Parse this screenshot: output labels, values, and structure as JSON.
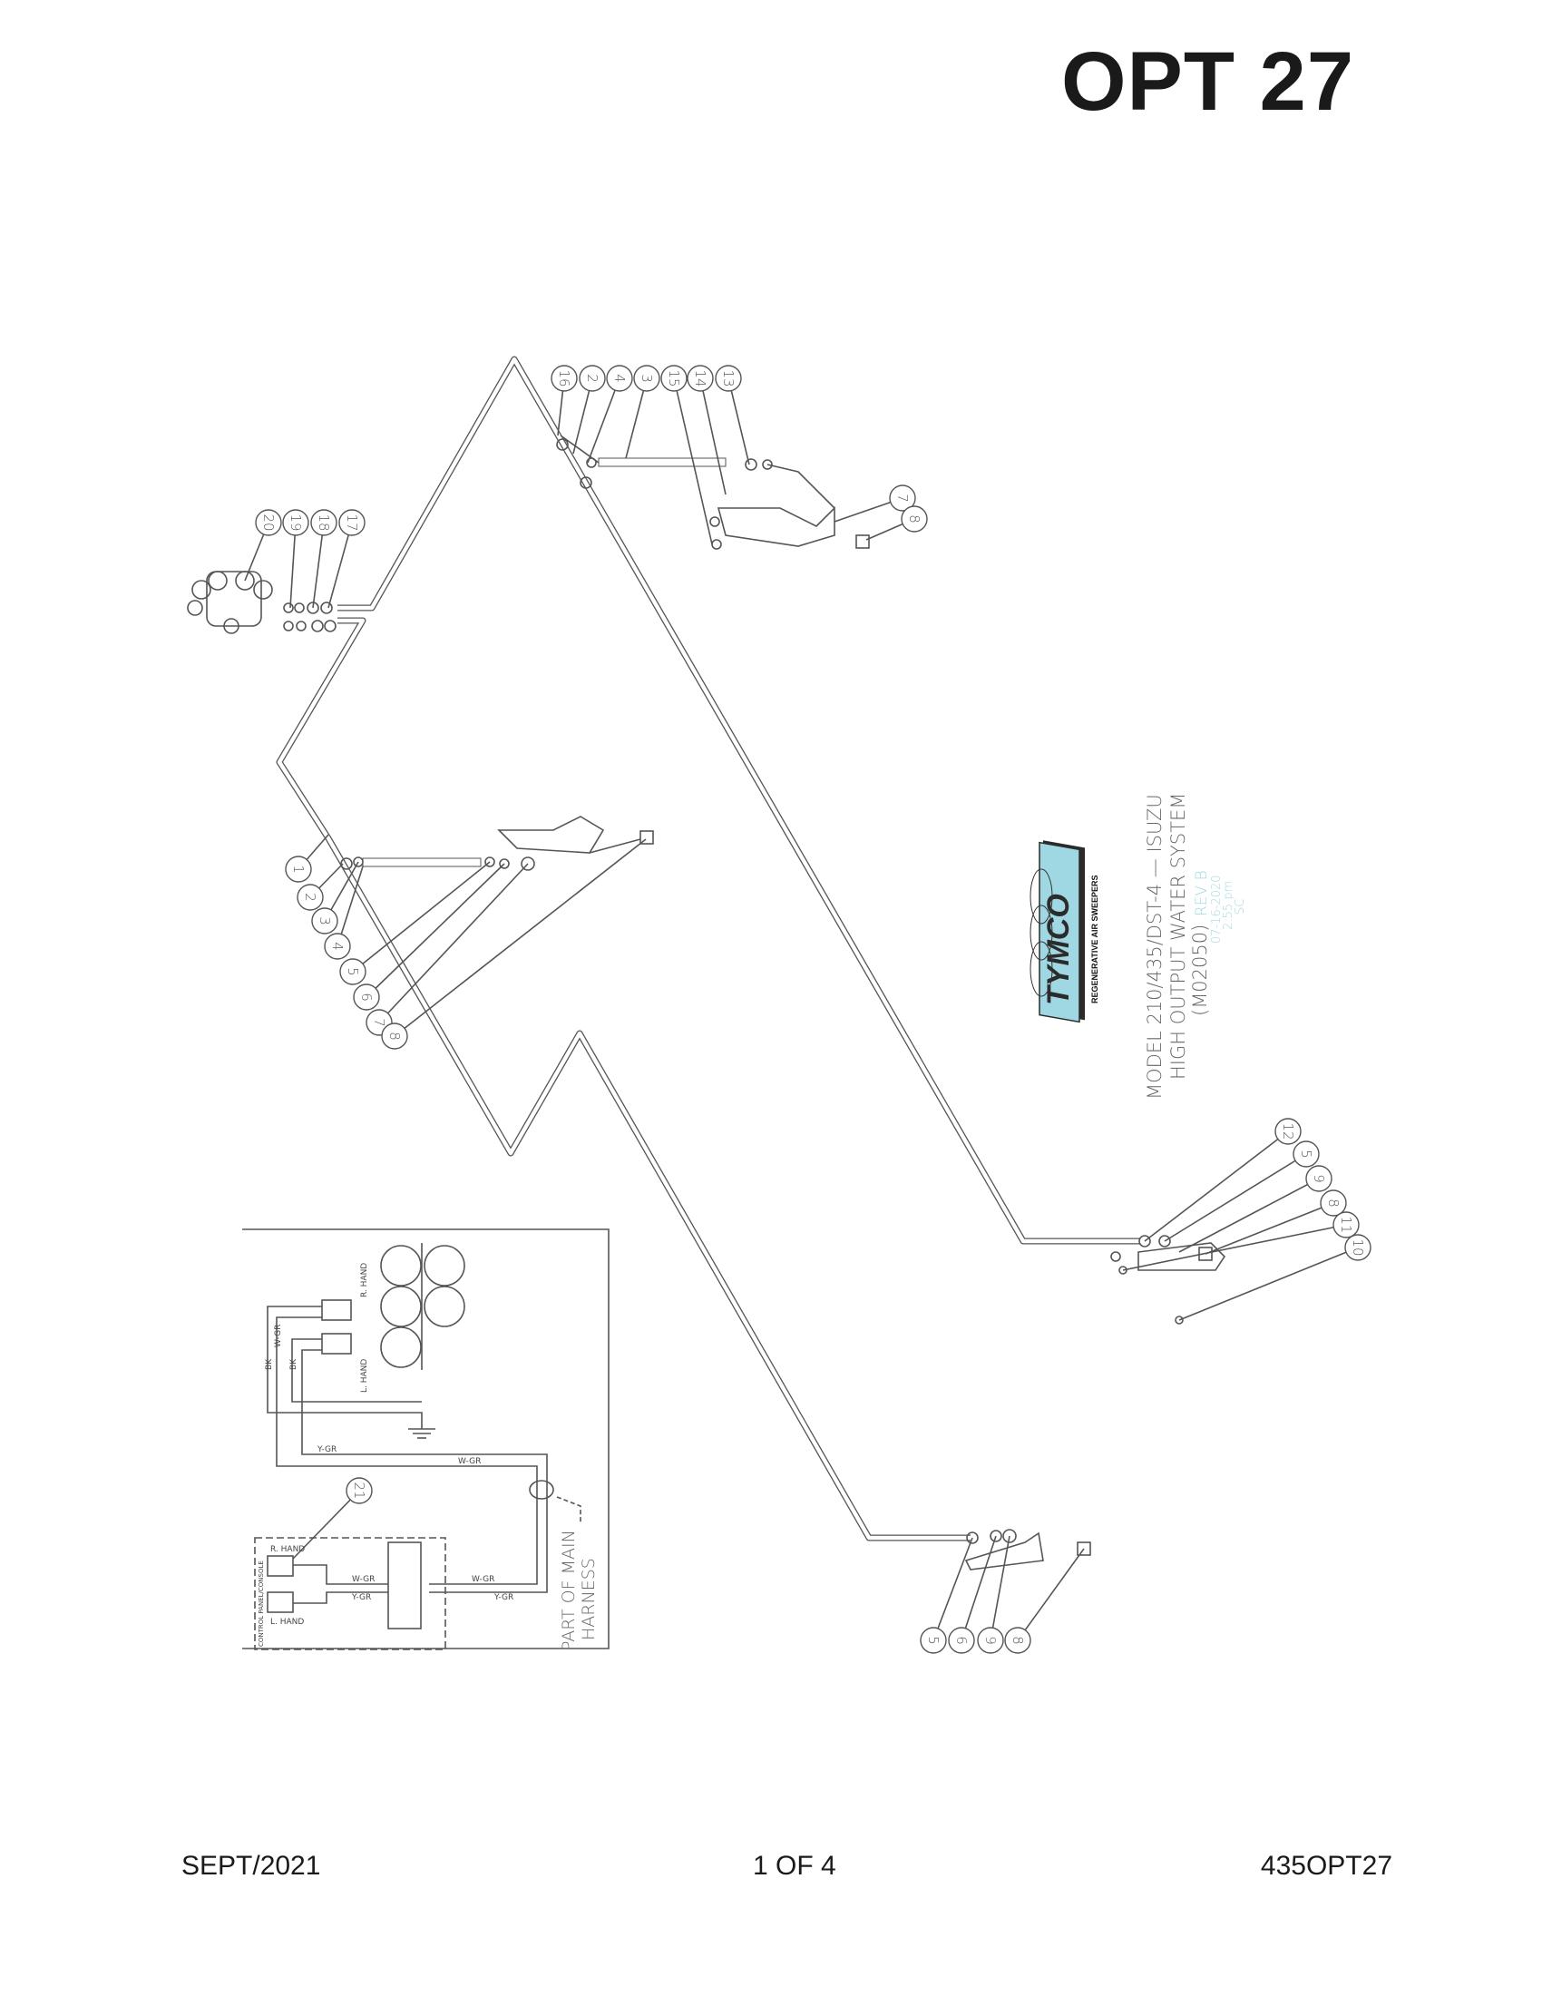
{
  "header": {
    "title": "OPT 27"
  },
  "footer": {
    "date": "SEPT/2021",
    "page": "1 OF 4",
    "doc_number": "435OPT27"
  },
  "title_block": {
    "logo": {
      "brand": "TYMCO",
      "tagline": "REGENERATIVE AIR SWEEPERS",
      "colors": {
        "light": "#9fd8e3",
        "dark": "#2b2b2b"
      }
    },
    "line1": "MODEL 210/435/DST-4 — ISUZU",
    "line2": "HIGH OUTPUT WATER SYSTEM",
    "line3": "(M02050)",
    "rev": "REV B",
    "date": "07-16-2020",
    "time": "2:55 pm",
    "initials": "SC",
    "accent_color": "#9fd8e3"
  },
  "callouts": {
    "top_cluster": [
      "16",
      "2",
      "4",
      "3",
      "15",
      "14",
      "13"
    ],
    "top_right": [
      "7",
      "8"
    ],
    "valve_cluster": [
      "20",
      "19",
      "18",
      "17"
    ],
    "left_cluster": [
      "1",
      "2",
      "3",
      "4",
      "5",
      "6",
      "7",
      "8"
    ],
    "right_cluster": [
      "12",
      "5",
      "9",
      "8",
      "11",
      "10"
    ],
    "bottom_cluster": [
      "5",
      "6",
      "9",
      "8"
    ],
    "wiring": [
      "21"
    ]
  },
  "wiring": {
    "r_hand": "R. HAND",
    "l_hand": "L. HAND",
    "bk1": "BK",
    "bk2": "BK",
    "wgr_top": "W-GR",
    "ygr_run": "Y-GR",
    "wgr_run": "W-GR",
    "panel_label": "CONTROL PANEL/CONSOLE",
    "panel_r_hand": "R. HAND",
    "panel_l_hand": "L. HAND",
    "panel_wgr": "W-GR",
    "panel_ygr": "Y-GR",
    "out_wgr": "W-GR",
    "out_ygr": "Y-GR",
    "harness_line1": "PART OF MAIN",
    "harness_line2": "HARNESS"
  }
}
